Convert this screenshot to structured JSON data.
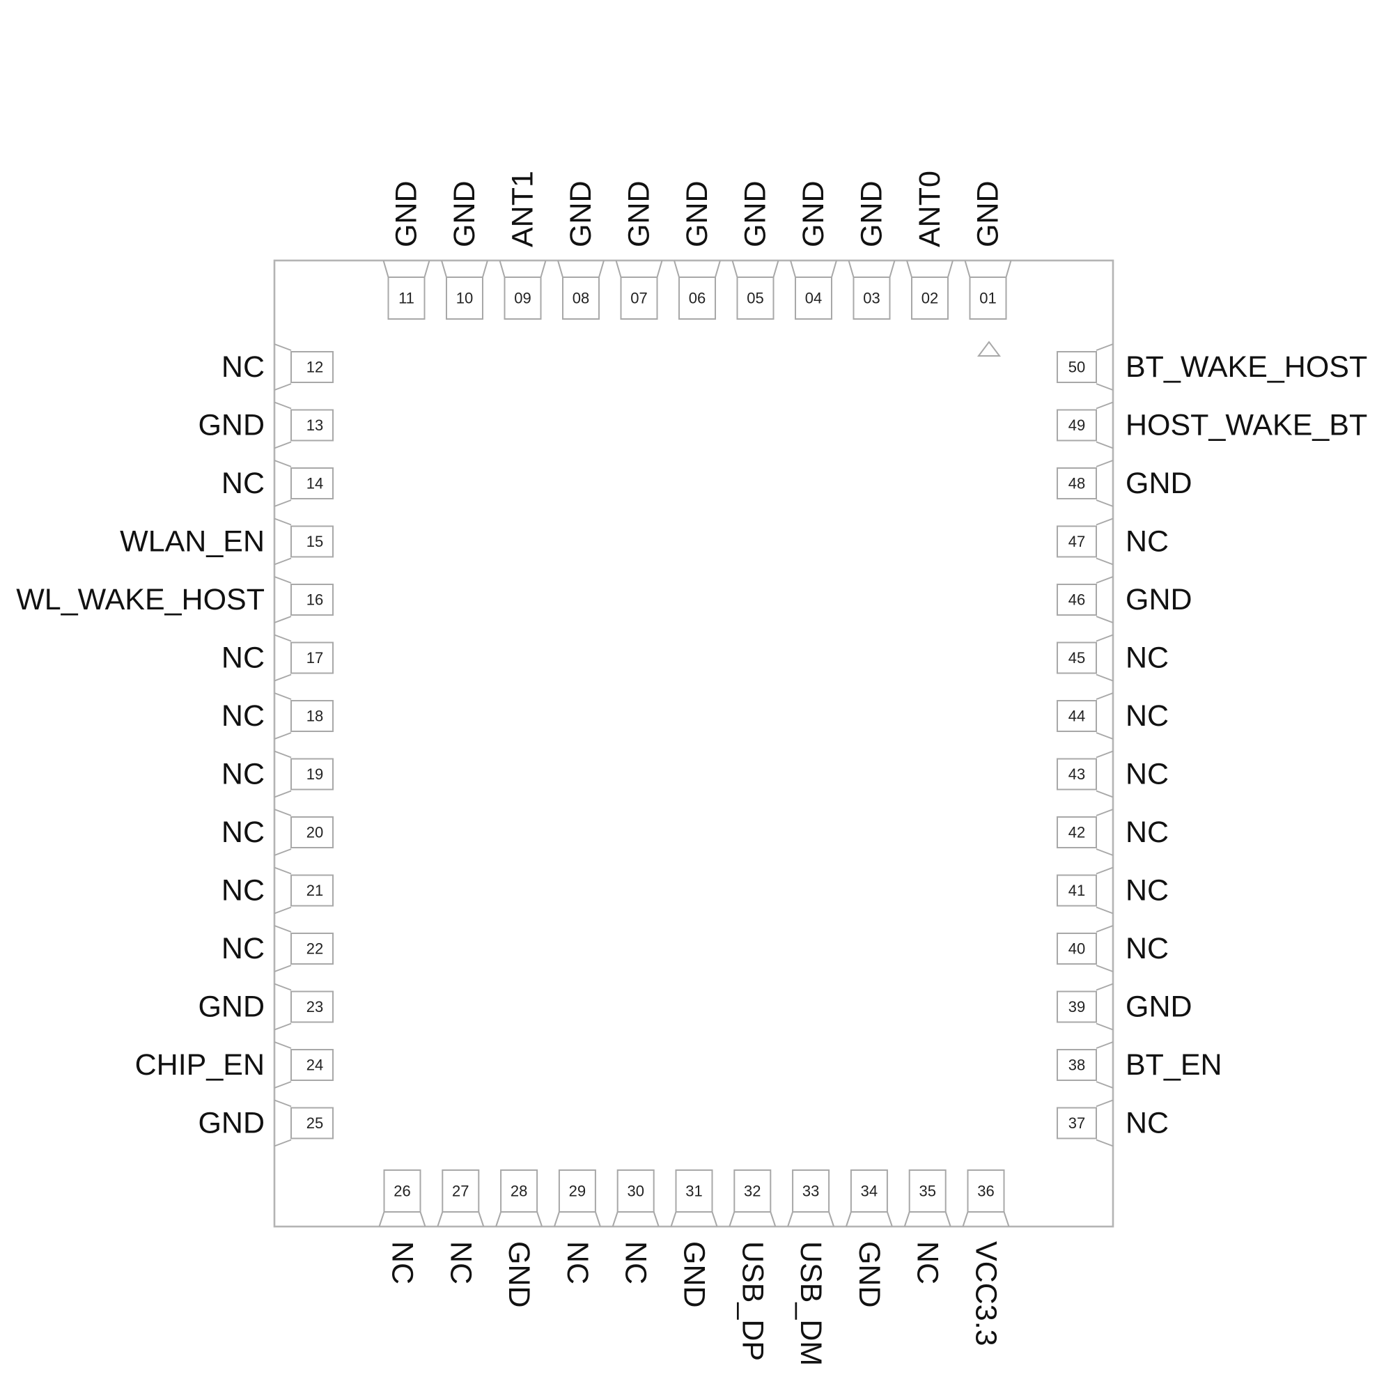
{
  "module": {
    "pins": {
      "top": [
        {
          "num": "11",
          "name": "GND"
        },
        {
          "num": "10",
          "name": "GND"
        },
        {
          "num": "09",
          "name": "ANT1"
        },
        {
          "num": "08",
          "name": "GND"
        },
        {
          "num": "07",
          "name": "GND"
        },
        {
          "num": "06",
          "name": "GND"
        },
        {
          "num": "05",
          "name": "GND"
        },
        {
          "num": "04",
          "name": "GND"
        },
        {
          "num": "03",
          "name": "GND"
        },
        {
          "num": "02",
          "name": "ANT0"
        },
        {
          "num": "01",
          "name": "GND"
        }
      ],
      "left": [
        {
          "num": "12",
          "name": "NC"
        },
        {
          "num": "13",
          "name": "GND"
        },
        {
          "num": "14",
          "name": "NC"
        },
        {
          "num": "15",
          "name": "WLAN_EN"
        },
        {
          "num": "16",
          "name": "WL_WAKE_HOST"
        },
        {
          "num": "17",
          "name": "NC"
        },
        {
          "num": "18",
          "name": "NC"
        },
        {
          "num": "19",
          "name": "NC"
        },
        {
          "num": "20",
          "name": "NC"
        },
        {
          "num": "21",
          "name": "NC"
        },
        {
          "num": "22",
          "name": "NC"
        },
        {
          "num": "23",
          "name": "GND"
        },
        {
          "num": "24",
          "name": "CHIP_EN"
        },
        {
          "num": "25",
          "name": "GND"
        }
      ],
      "right": [
        {
          "num": "50",
          "name": "BT_WAKE_HOST"
        },
        {
          "num": "49",
          "name": "HOST_WAKE_BT"
        },
        {
          "num": "48",
          "name": "GND"
        },
        {
          "num": "47",
          "name": "NC"
        },
        {
          "num": "46",
          "name": "GND"
        },
        {
          "num": "45",
          "name": "NC"
        },
        {
          "num": "44",
          "name": "NC"
        },
        {
          "num": "43",
          "name": "NC"
        },
        {
          "num": "42",
          "name": "NC"
        },
        {
          "num": "41",
          "name": "NC"
        },
        {
          "num": "40",
          "name": "NC"
        },
        {
          "num": "39",
          "name": "GND"
        },
        {
          "num": "38",
          "name": "BT_EN"
        },
        {
          "num": "37",
          "name": "NC"
        }
      ],
      "bottom": [
        {
          "num": "26",
          "name": "NC"
        },
        {
          "num": "27",
          "name": "NC"
        },
        {
          "num": "28",
          "name": "GND"
        },
        {
          "num": "29",
          "name": "NC"
        },
        {
          "num": "30",
          "name": "NC"
        },
        {
          "num": "31",
          "name": "GND"
        },
        {
          "num": "32",
          "name": "USB_DP"
        },
        {
          "num": "33",
          "name": "USB_DM"
        },
        {
          "num": "34",
          "name": "GND"
        },
        {
          "num": "35",
          "name": "NC"
        },
        {
          "num": "36",
          "name": "VCC3.3"
        }
      ]
    },
    "pin1_marker": "triangle-outline-icon",
    "colors": {
      "line": "#b4b4b4",
      "text": "#111111"
    }
  }
}
